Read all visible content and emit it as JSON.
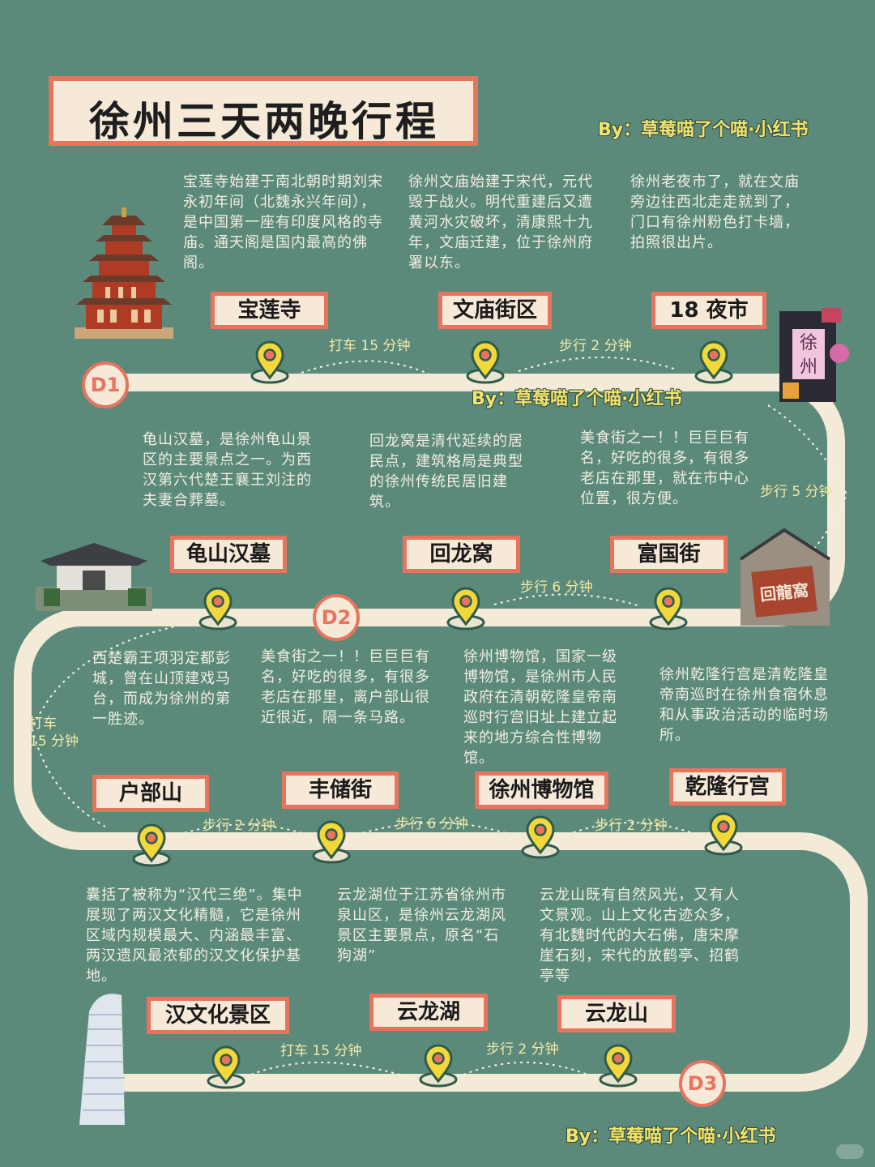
{
  "title": "徐州三天两晚行程",
  "byline": "By：草莓喵了个喵·小红书",
  "colors": {
    "background": "#5b8a7b",
    "road": "#f3ead7",
    "accent": "#e8745e",
    "label_bg": "#f6e9d8",
    "pin": "#f2d83a"
  },
  "icons": {
    "pin": "map-pin-icon"
  },
  "days": [
    "D1",
    "D2",
    "D3"
  ],
  "stops": [
    {
      "name": "宝莲寺",
      "desc": "宝莲寺始建于南北朝时期刘宋永初年间（北魏永兴年间），是中国第一座有印度风格的寺庙。通天阁是国内最高的佛阁。"
    },
    {
      "name": "文庙街区",
      "desc": "徐州文庙始建于宋代，元代毁于战火。明代重建后又遭黄河水灾破坏，清康熙十九年，文庙迁建，位于徐州府署以东。"
    },
    {
      "name": "18 夜市",
      "desc": "徐州老夜市了，就在文庙旁边往西北走走就到了，门口有徐州粉色打卡墙，拍照很出片。"
    },
    {
      "name": "龟山汉墓",
      "desc": "龟山汉墓，是徐州龟山景区的主要景点之一。为西汉第六代楚王襄王刘注的夫妻合葬墓。"
    },
    {
      "name": "回龙窝",
      "desc": "回龙窝是清代延续的居民点，建筑格局是典型的徐州传统民居旧建筑。"
    },
    {
      "name": "富国街",
      "desc": "美食街之一！！巨巨巨有名，好吃的很多，有很多老店在那里，就在市中心位置，很方便。"
    },
    {
      "name": "户部山",
      "desc": "西楚霸王项羽定都彭城，曾在山顶建戏马台，而成为徐州的第一胜迹。"
    },
    {
      "name": "丰储街",
      "desc": "美食街之一！！巨巨巨有名，好吃的很多，有很多老店在那里，离户部山很近很近，隔一条马路。"
    },
    {
      "name": "徐州博物馆",
      "desc": "徐州博物馆，国家一级博物馆，是徐州市人民政府在清朝乾隆皇帝南巡时行宫旧址上建立起来的地方综合性博物馆。"
    },
    {
      "name": "乾隆行宫",
      "desc": "徐州乾隆行宫是清乾隆皇帝南巡时在徐州食宿休息和从事政治活动的临时场所。"
    },
    {
      "name": "汉文化景区",
      "desc": "囊括了被称为“汉代三绝”。集中展现了两汉文化精髓，它是徐州区域内规模最大、内涵最丰富、两汉遗风最浓郁的汉文化保护基地。"
    },
    {
      "name": "云龙湖",
      "desc": "云龙湖位于江苏省徐州市泉山区，是徐州云龙湖风景区主要景点，原名“石狗湖”"
    },
    {
      "name": "云龙山",
      "desc": "云龙山既有自然风光，又有人文景观。山上文化古迹众多，有北魏时代的大石佛，唐宋摩崖石刻，宋代的放鹤亭、招鹤亭等"
    }
  ],
  "transfers": [
    "打车 15 分钟",
    "步行 2 分钟",
    "步行 5 分钟",
    "步行 6 分钟",
    "打车\n15 分钟",
    "步行 2 分钟",
    "步行 6 分钟",
    "步行 2 分钟",
    "打车 15 分钟",
    "步行 2 分钟"
  ],
  "photos": {
    "pagoda": {
      "sign": ""
    },
    "night_market": {
      "sign_top": "徐",
      "sign_bottom": "州"
    },
    "tomb": {
      "sign": ""
    },
    "huilongwo": {
      "sign": "回龍窩"
    }
  }
}
